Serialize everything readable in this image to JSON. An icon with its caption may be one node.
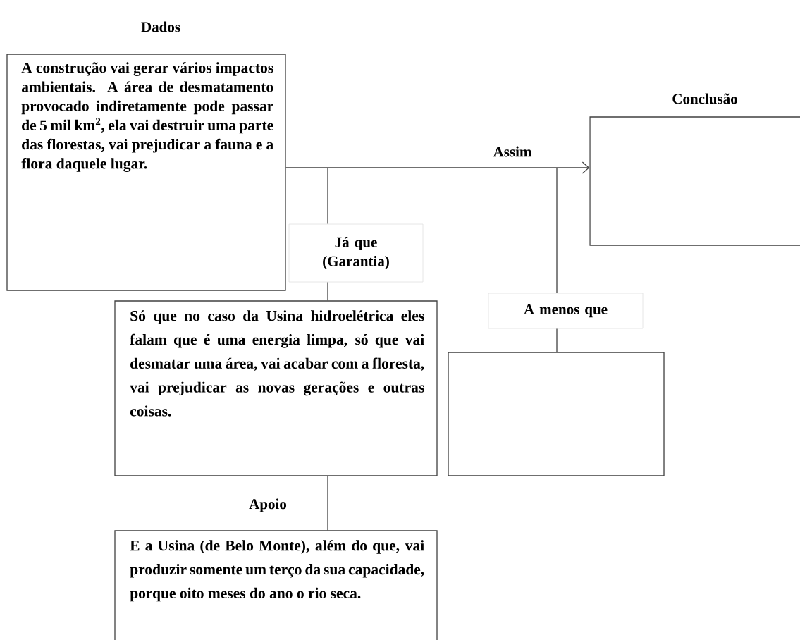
{
  "diagram": {
    "nodes": [
      {
        "text": [
          "Dados",
          "A construção vai gerar vários impactos ambientais. A área de desmatamento provocado indiretamente pode passar de 5 mil km$^{2}$, ela vai destruir uma parte das florestas, vai prejudicar a fauna e a flora daquele lugar."
        ]
      },
      {
        "text": [
          "Conclusão"
        ]
      },
      {
        "text": [
          "Já que (Garantia)"
        ]
      },
      {
        "text": [
          "Só que no caso da Usina hidroelétrica eles falam que é uma energia limpa, só que vai desmatar uma área, vai acabar com a floresta, vai prejudicar as novas gerações e outras coisas."
        ]
      },
      {
        "text": [
          "A menos que"
        ]
      },
      {
        "text": [],
        "shape": "box"
      },
      {
        "text": [
          "Apoio",
          "E a Usina (de Belo Monte), além do que, vai produzir somente um terço da sua capacidade, porque oito meses do ano o rio seca."
        ]
      }
    ],
    "edges": [
      {
        "from": 0,
        "to": 1,
        "arrow": "to",
        "label": "Assim"
      },
      {
        "from": null,
        "to": 2,
        "arrow": "none"
      },
      {
        "from": 2,
        "to": 3,
        "arrow": "none"
      },
      {
        "from": null,
        "to": 4,
        "arrow": "none"
      },
      {
        "from": 4,
        "to": 5,
        "arrow": "none"
      },
      {
        "from": 3,
        "to": 6,
        "arrow": "none"
      }
    ]
  }
}
